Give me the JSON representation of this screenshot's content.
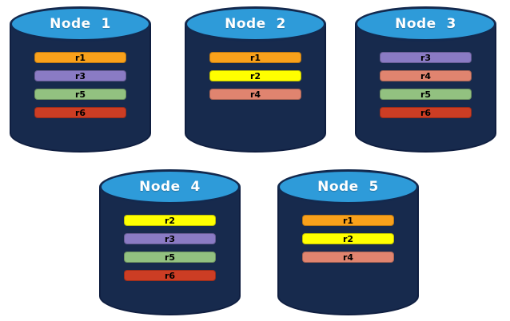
{
  "diagram": {
    "description": "Five database node cylinders showing replica placement",
    "background_color": "#ffffff",
    "nodes": [
      {
        "label": "Node  1",
        "replicas": [
          "r1",
          "r3",
          "r5",
          "r6"
        ]
      },
      {
        "label": "Node  2",
        "replicas": [
          "r1",
          "r2",
          "r4"
        ]
      },
      {
        "label": "Node  3",
        "replicas": [
          "r3",
          "r4",
          "r5",
          "r6"
        ]
      },
      {
        "label": "Node  4",
        "replicas": [
          "r2",
          "r3",
          "r5",
          "r6"
        ]
      },
      {
        "label": "Node  5",
        "replicas": [
          "r1",
          "r2",
          "r4"
        ]
      }
    ],
    "colors": {
      "replica": {
        "r1": "#f9a11b",
        "r2": "#ffff00",
        "r3": "#8a7bc4",
        "r4": "#e0846f",
        "r5": "#92c180",
        "r6": "#cc3d24"
      },
      "cylinder_body": "#172a4d",
      "cylinder_outline": "#0f1e40",
      "cylinder_top": "#2e9bd9",
      "node_label_text": "#ffffff",
      "replica_label_text": "#000000"
    }
  }
}
